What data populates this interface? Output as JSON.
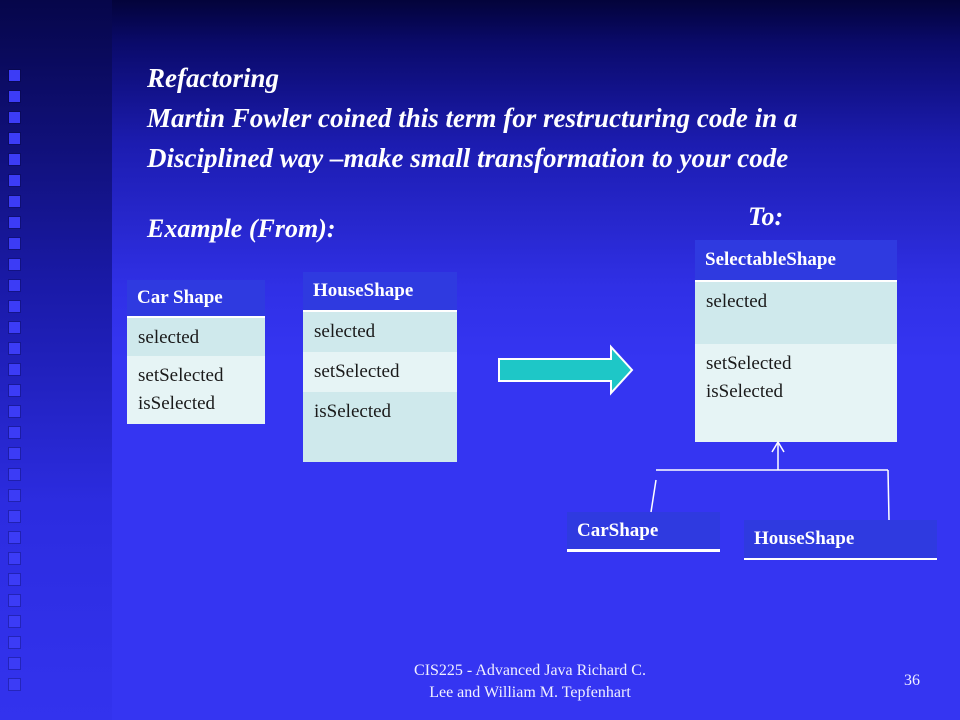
{
  "slide": {
    "title": "Refactoring",
    "line1": "Martin Fowler coined this term for restructuring code in a",
    "line2": "Disciplined way –make small transformation to your code",
    "example_label": "Example (From):",
    "to_label": "To:"
  },
  "from": {
    "car_shape": {
      "name": "Car Shape",
      "rows": [
        "selected",
        "setSelected\nisSelected"
      ]
    },
    "house_shape": {
      "name": "HouseShape",
      "rows": [
        "selected",
        "setSelected",
        "isSelected"
      ]
    }
  },
  "to": {
    "selectable_shape": {
      "name": "SelectableShape",
      "rows": [
        "selected",
        "setSelected\nisSelected"
      ]
    },
    "car_shape": "CarShape",
    "house_shape": "HouseShape"
  },
  "footer": {
    "line1": "CIS225 - Advanced Java Richard C.",
    "line2": "Lee and William M. Tepfenhart",
    "page_number": "36"
  },
  "colors": {
    "background": "#3535f2",
    "header_fill": "#2f3ae0",
    "row_fill_a": "#cfe9ec",
    "row_fill_b": "#e6f4f5",
    "arrow_fill": "#1ec7c7"
  }
}
